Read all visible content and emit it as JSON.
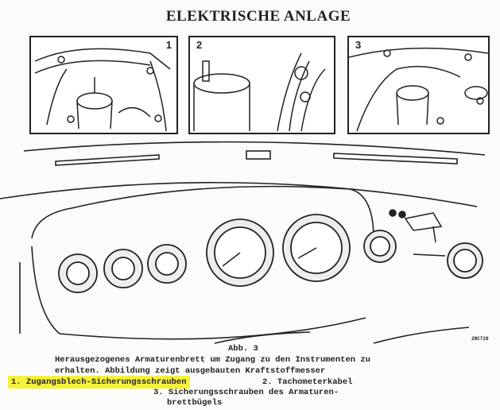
{
  "title": "ELEKTRISCHE ANLAGE",
  "panels": [
    {
      "number": "1"
    },
    {
      "number": "2"
    },
    {
      "number": "3"
    }
  ],
  "drawing_code": "2NC729",
  "caption": {
    "figure": "Abb. 3",
    "line1": "Herausgezogenes Armaturenbrett um Zugang zu den Instrumenten zu",
    "line2": "erhalten. Abbildung zeigt ausgebauten Kraftstoffmesser",
    "item1": "1. Zugangsblech-Sicherungsschrauben",
    "item2": "2. Tachometerkabel",
    "item3a": "3. Sicherungsschrauben des Armaturen-",
    "item3b": "brettbügels"
  },
  "highlight_color": "#f5f23c"
}
